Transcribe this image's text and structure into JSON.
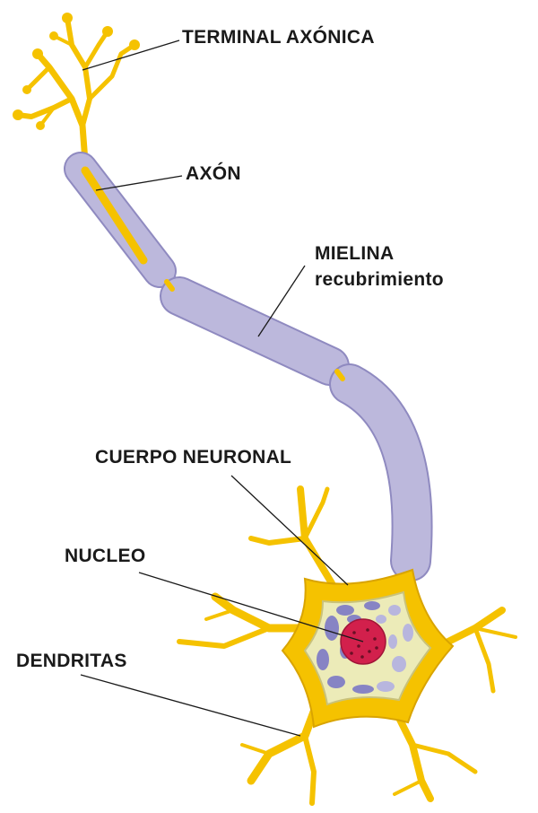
{
  "labels": {
    "axon_terminal": "TERMINAL AXÓNICA",
    "axon": "AXÓN",
    "myelin": "MIELINA",
    "myelin_sub": "recubrimiento",
    "cell_body": "CUERPO NEURONAL",
    "nucleus": "NUCLEO",
    "dendrites": "DENDRITAS"
  },
  "colors": {
    "dendrite": "#f5c200",
    "myelin": "#bcb8dc",
    "nucleus": "#d2204c",
    "cytoplasm": "#ecebb8"
  }
}
